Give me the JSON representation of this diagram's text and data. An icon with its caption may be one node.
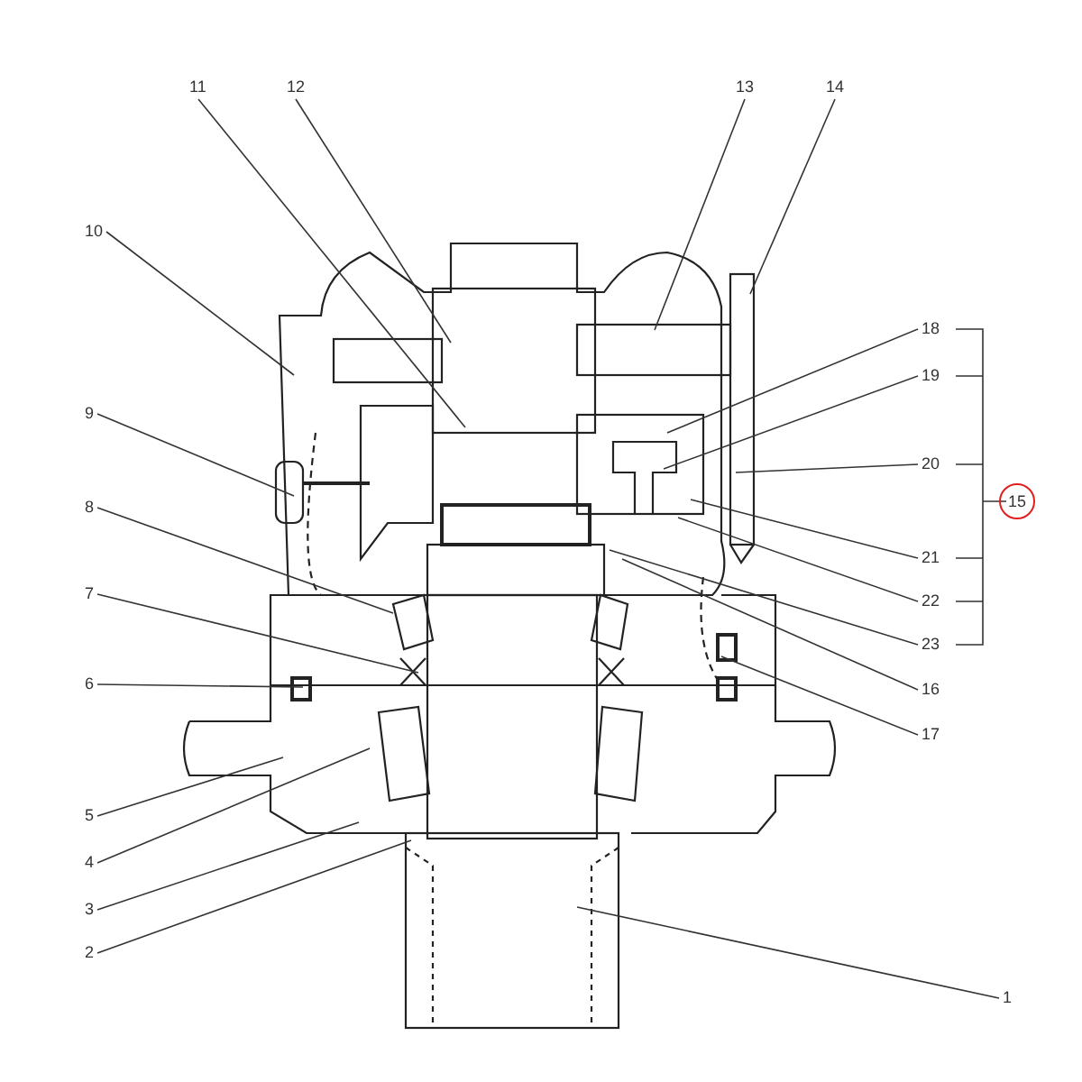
{
  "diagram": {
    "nodes": [
      {
        "text": [
          "1"
        ]
      },
      {
        "text": [
          "2"
        ]
      },
      {
        "text": [
          "3"
        ]
      },
      {
        "text": [
          "4"
        ]
      },
      {
        "text": [
          "5"
        ]
      },
      {
        "text": [
          "6"
        ]
      },
      {
        "text": [
          "7"
        ]
      },
      {
        "text": [
          "8"
        ]
      },
      {
        "text": [
          "9"
        ]
      },
      {
        "text": [
          "10"
        ]
      },
      {
        "text": [
          "11"
        ]
      },
      {
        "text": [
          "12"
        ]
      },
      {
        "text": [
          "13"
        ]
      },
      {
        "text": [
          "14"
        ]
      },
      {
        "text": [
          "15"
        ]
      },
      {
        "text": [
          "16"
        ]
      },
      {
        "text": [
          "17"
        ]
      },
      {
        "text": [
          "18"
        ]
      },
      {
        "text": [
          "19"
        ]
      },
      {
        "text": [
          "20"
        ]
      },
      {
        "text": [
          "21"
        ]
      },
      {
        "text": [
          "22"
        ]
      },
      {
        "text": [
          "23"
        ]
      }
    ],
    "edges": [
      {
        "from": 0,
        "to": null,
        "arrow": "none"
      },
      {
        "from": 1,
        "to": null,
        "arrow": "none"
      },
      {
        "from": 2,
        "to": null,
        "arrow": "none"
      },
      {
        "from": 3,
        "to": null,
        "arrow": "none"
      },
      {
        "from": 4,
        "to": null,
        "arrow": "none"
      },
      {
        "from": 5,
        "to": null,
        "arrow": "none"
      },
      {
        "from": 6,
        "to": null,
        "arrow": "none"
      },
      {
        "from": 7,
        "to": null,
        "arrow": "none"
      },
      {
        "from": 8,
        "to": null,
        "arrow": "none"
      },
      {
        "from": 9,
        "to": null,
        "arrow": "none"
      },
      {
        "from": 10,
        "to": null,
        "arrow": "none"
      },
      {
        "from": 11,
        "to": null,
        "arrow": "none"
      },
      {
        "from": 12,
        "to": null,
        "arrow": "none"
      },
      {
        "from": 13,
        "to": null,
        "arrow": "none"
      },
      {
        "from": 15,
        "to": null,
        "arrow": "none"
      },
      {
        "from": 16,
        "to": null,
        "arrow": "none"
      },
      {
        "from": 17,
        "to": null,
        "arrow": "none"
      },
      {
        "from": 18,
        "to": null,
        "arrow": "none"
      },
      {
        "from": 19,
        "to": null,
        "arrow": "none"
      },
      {
        "from": 20,
        "to": null,
        "arrow": "none"
      },
      {
        "from": 21,
        "to": null,
        "arrow": "none"
      },
      {
        "from": 22,
        "to": null,
        "arrow": "none"
      }
    ]
  }
}
